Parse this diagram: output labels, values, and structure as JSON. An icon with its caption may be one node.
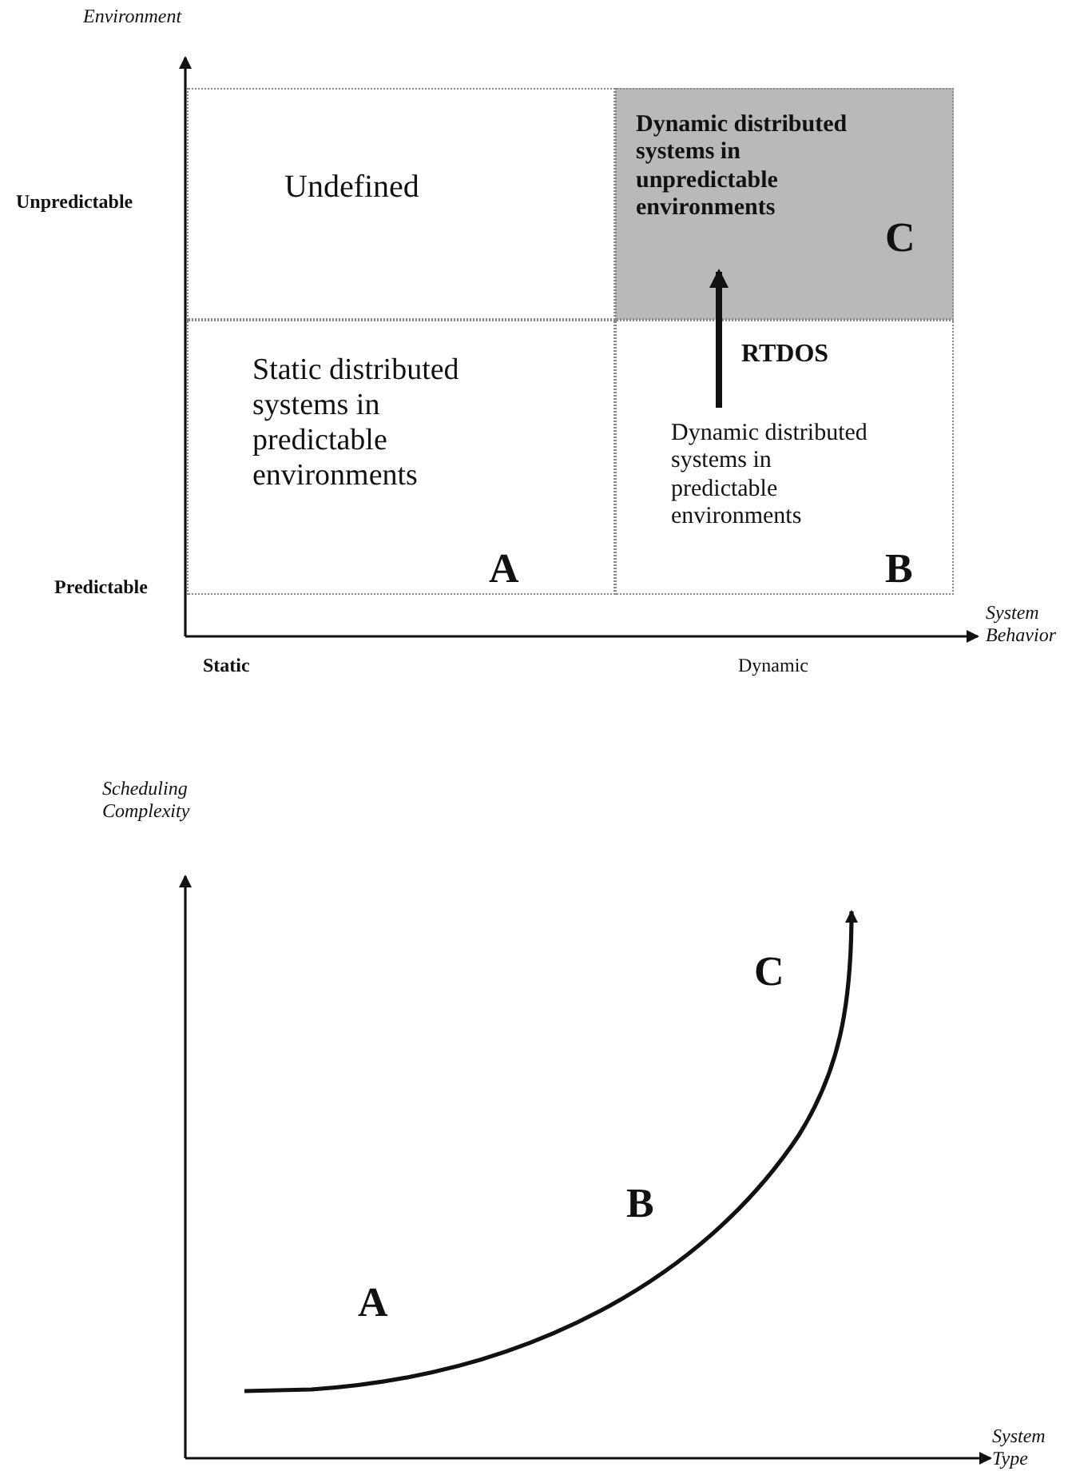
{
  "diagram": {
    "nodes": [
      {
        "text": [
          "Undefined"
        ]
      },
      {
        "text": [
          "Dynamic distributed systems in unpredictable environments",
          "C"
        ]
      },
      {
        "text": [
          "Static distributed systems in predictable environments",
          "A"
        ]
      },
      {
        "text": [
          "Dynamic distributed systems in predictable environments",
          "B"
        ]
      }
    ],
    "edges": [
      {
        "from": 3,
        "to": 1,
        "arrow": "to",
        "label": "RTDOS"
      }
    ],
    "labels": [
      "Environment",
      "Unpredictable",
      "Predictable",
      "System Behavior",
      "Static",
      "Dynamic",
      "Scheduling Complexity",
      "C",
      "B",
      "A",
      "System Type"
    ]
  }
}
